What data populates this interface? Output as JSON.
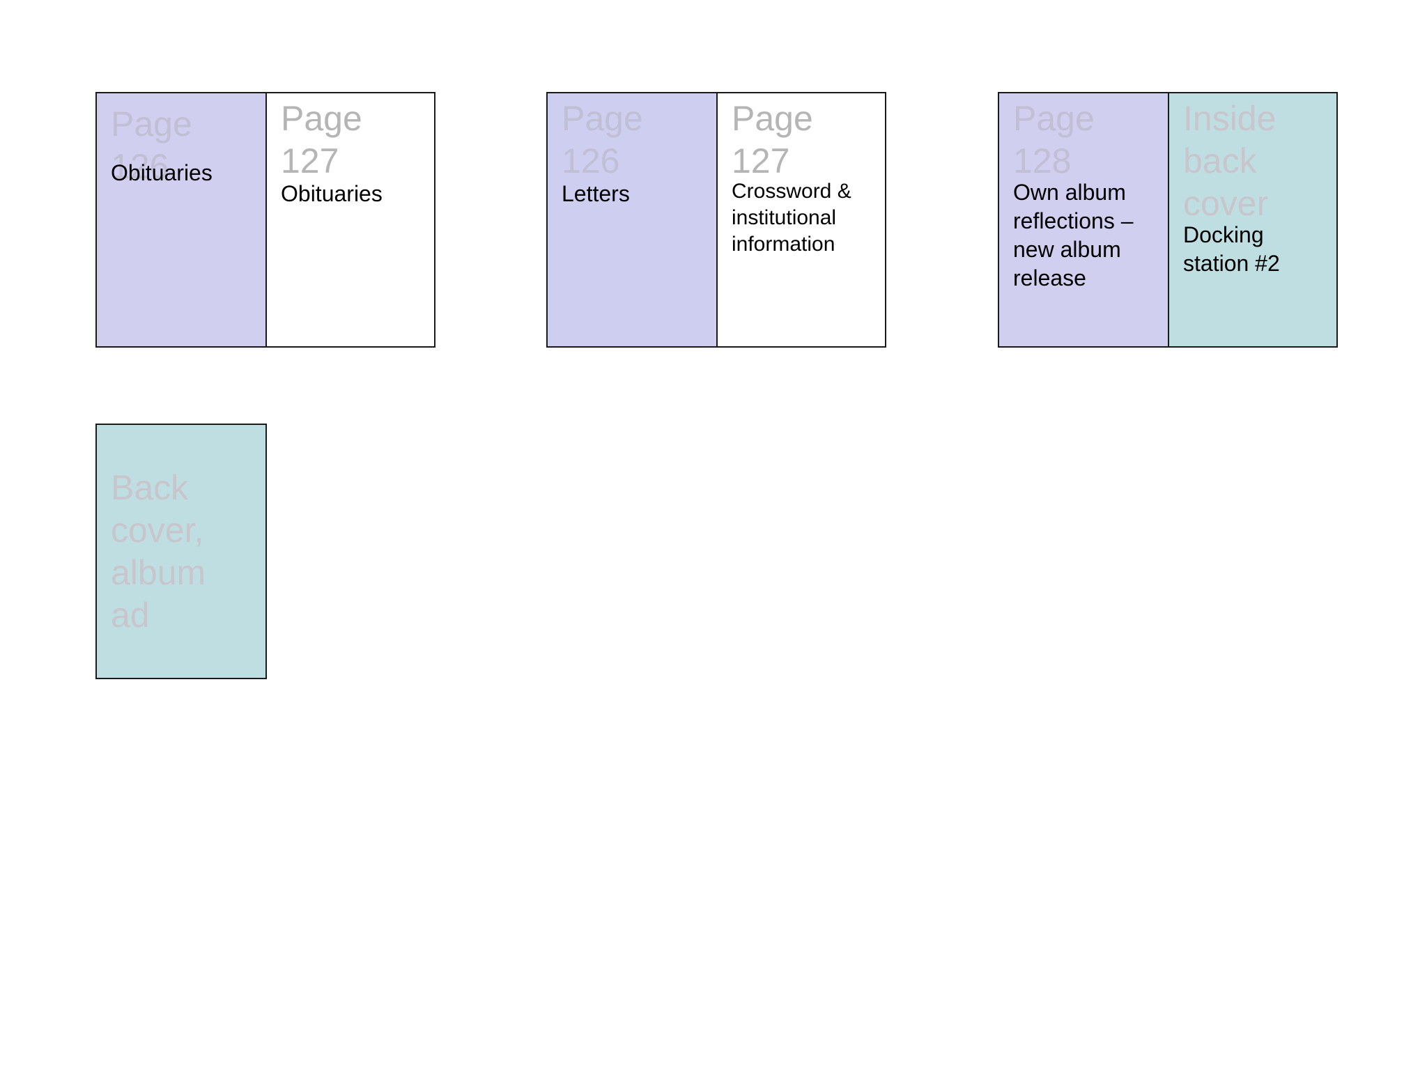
{
  "spreads": [
    {
      "left": {
        "label": "Page\n126",
        "content": "Obituaries"
      },
      "right": {
        "label": "Page\n127",
        "content": "Obituaries"
      }
    },
    {
      "left": {
        "label": "Page\n126",
        "content": "Letters"
      },
      "right": {
        "label": "Page\n127",
        "content": "Crossword &\ninstitutional\ninformation"
      }
    },
    {
      "left": {
        "label": "Page\n128",
        "content": "Own album\nreflections –\nnew album\nrelease"
      },
      "right": {
        "label": "Inside\nback\ncover",
        "content": "Docking\nstation #2"
      }
    }
  ],
  "back_cover": {
    "label": "Back\ncover,\nalbum\nad"
  },
  "colors": {
    "lavender": "#d0cfef",
    "white": "#ffffff",
    "teal": "#bedee1",
    "border": "#1a1a1a"
  }
}
